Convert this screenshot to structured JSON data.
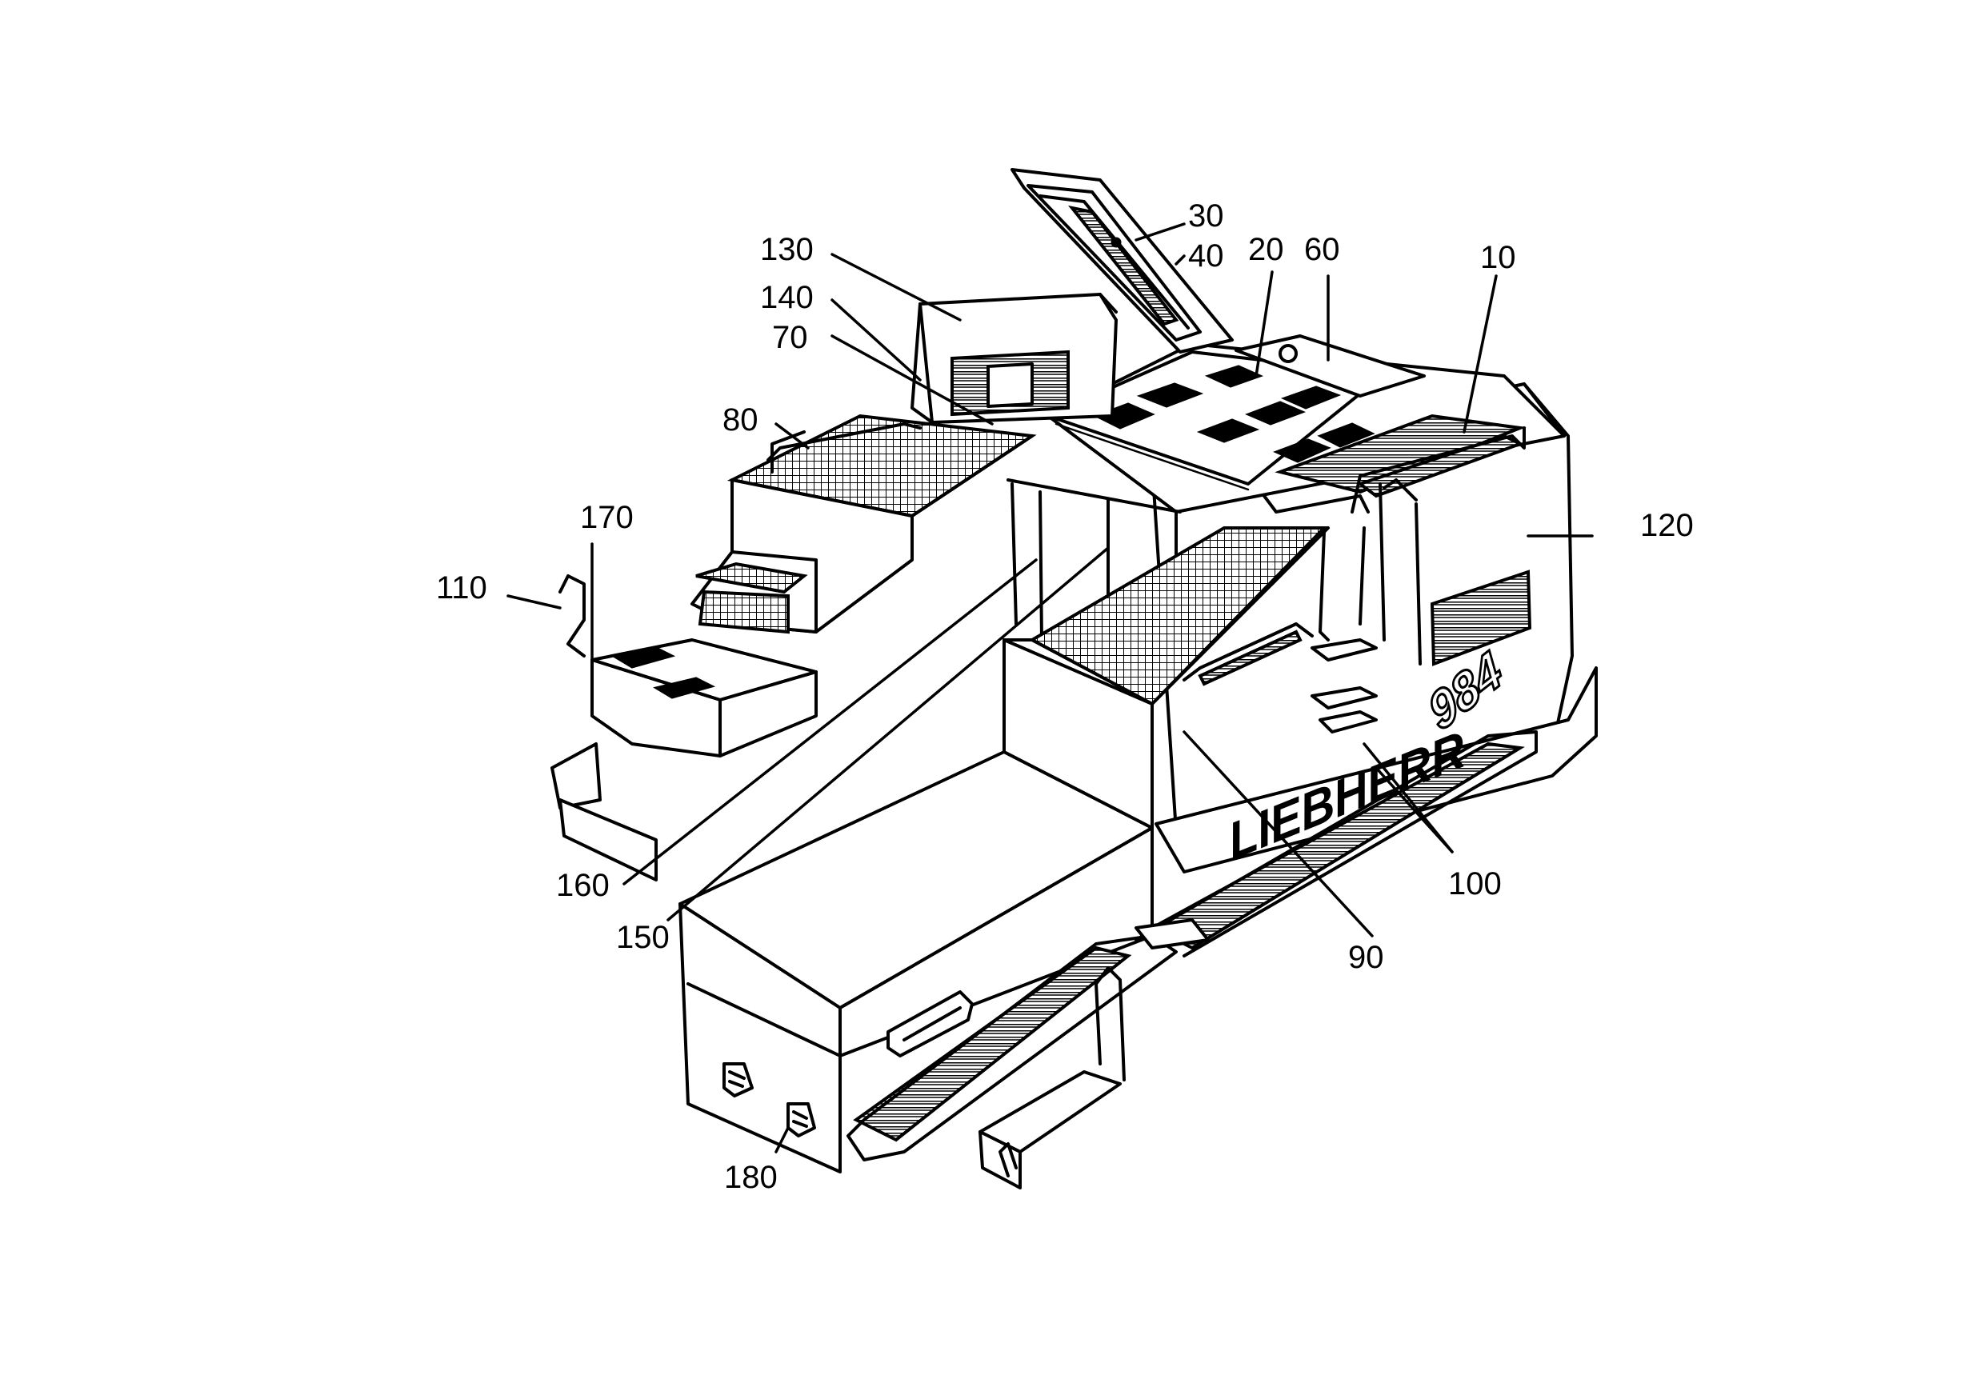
{
  "labels": {
    "l10": "10",
    "l20": "20",
    "l30": "30",
    "l40": "40",
    "l60": "60",
    "l70": "70",
    "l80": "80",
    "l90": "90",
    "l100": "100",
    "l110": "110",
    "l120": "120",
    "l130": "130",
    "l140": "140",
    "l150": "150",
    "l160": "160",
    "l170": "170",
    "l180": "180"
  },
  "brand": {
    "name": "LIEBHERR",
    "model": "984"
  }
}
